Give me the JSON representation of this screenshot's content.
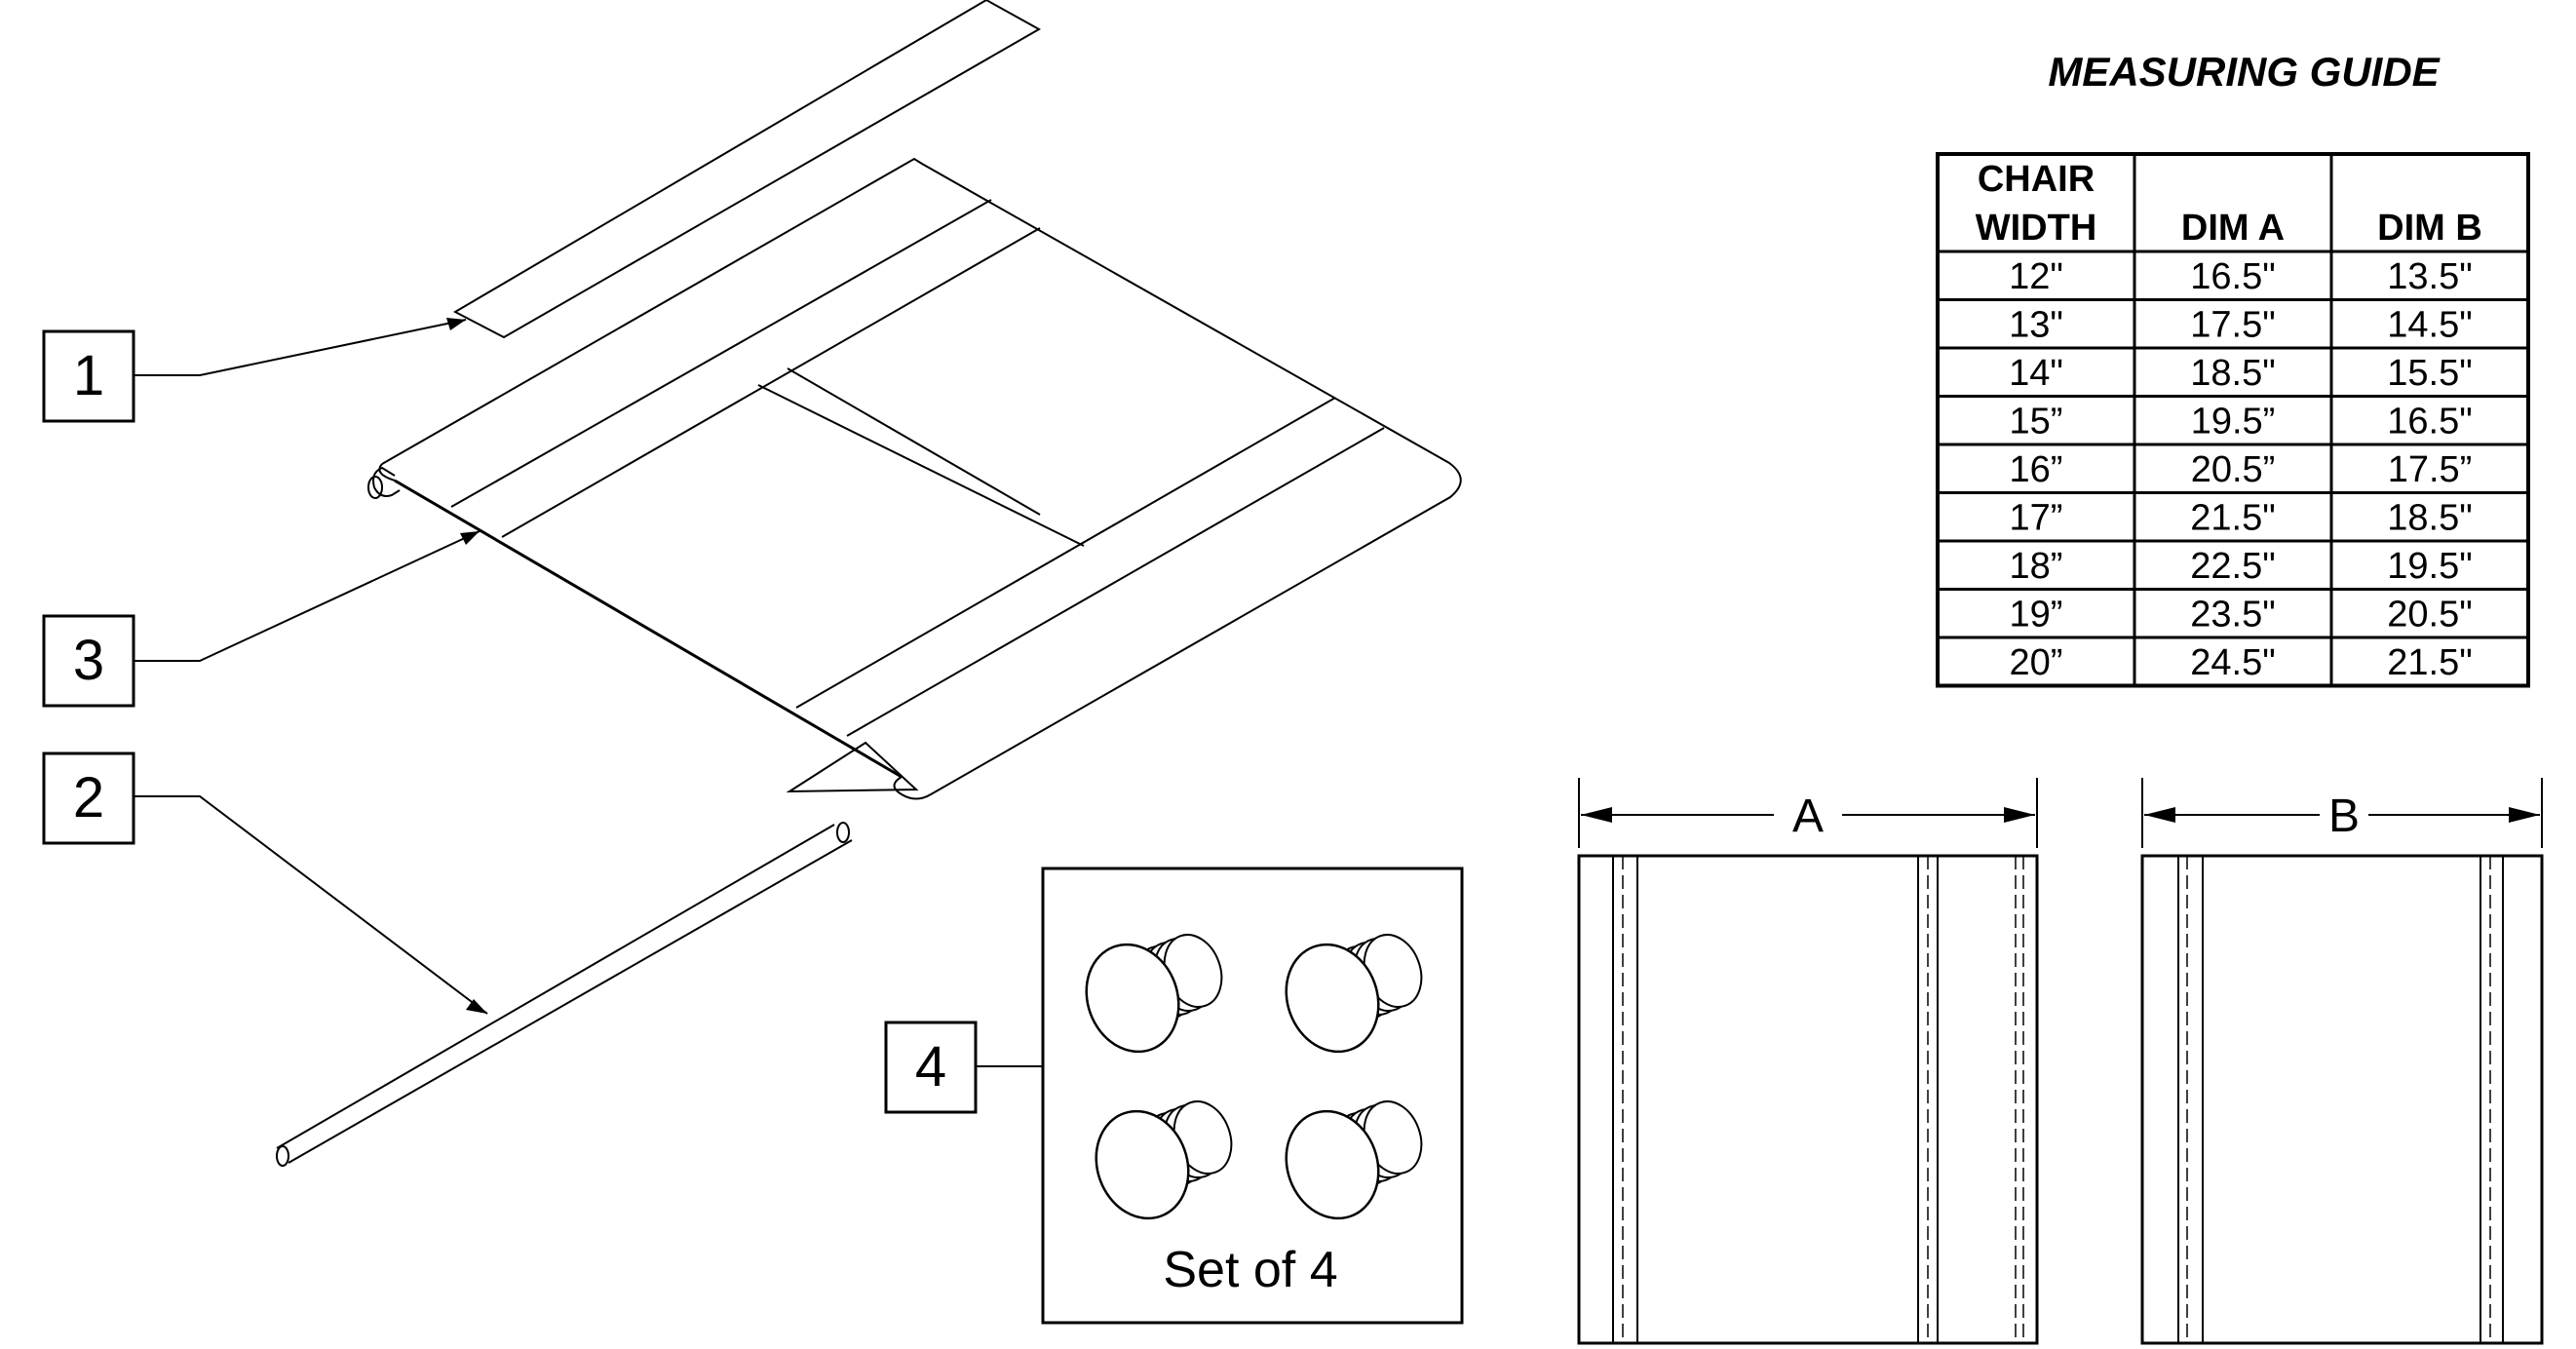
{
  "callouts": [
    "1",
    "3",
    "2",
    "4"
  ],
  "hardware_caption": "Set of 4",
  "measuring_guide": {
    "title": "MEASURING GUIDE",
    "headers": [
      "CHAIR\nWIDTH",
      "DIM A",
      "DIM B"
    ],
    "header_lines": [
      [
        "CHAIR",
        "WIDTH"
      ],
      [
        "DIM A"
      ],
      [
        "DIM B"
      ]
    ],
    "rows": [
      [
        "12\"",
        "16.5\"",
        "13.5\""
      ],
      [
        "13\"",
        "17.5\"",
        "14.5\""
      ],
      [
        "14\"",
        "18.5\"",
        "15.5\""
      ],
      [
        "15”",
        "19.5”",
        "16.5\""
      ],
      [
        "16”",
        "20.5”",
        "17.5”"
      ],
      [
        "17”",
        "21.5\"",
        "18.5\""
      ],
      [
        "18”",
        "22.5\"",
        "19.5\""
      ],
      [
        "19”",
        "23.5\"",
        "20.5\""
      ],
      [
        "20”",
        "24.5\"",
        "21.5\""
      ]
    ]
  },
  "dimensions": {
    "a_label": "A",
    "b_label": "B"
  }
}
